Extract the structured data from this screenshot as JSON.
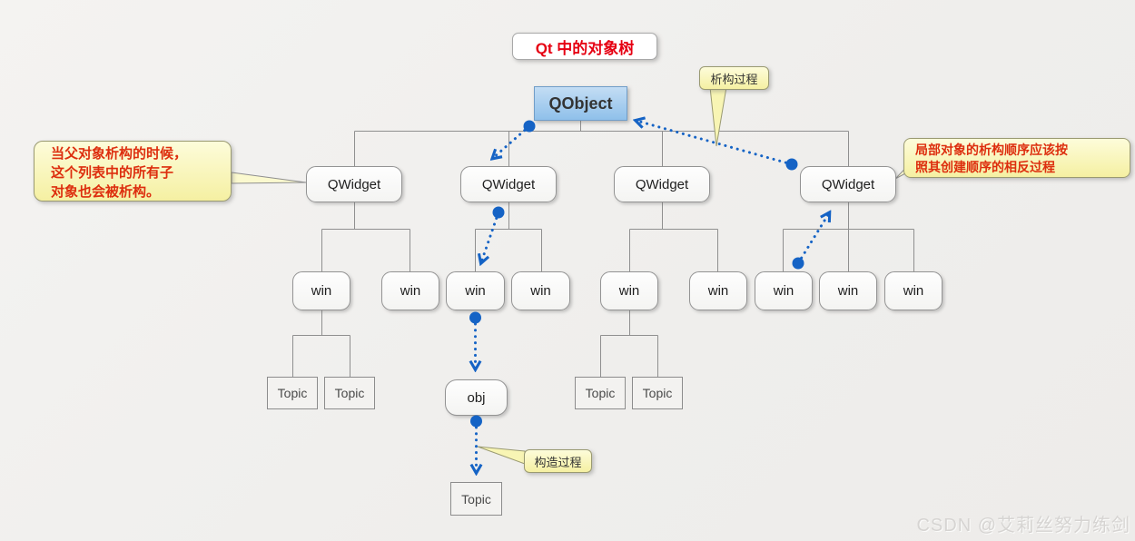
{
  "title": "Qt 中的对象树",
  "tree": {
    "root_label": "QObject",
    "widgets": [
      "QWidget",
      "QWidget",
      "QWidget",
      "QWidget"
    ],
    "wins": [
      "win",
      "win",
      "win",
      "win",
      "win",
      "win",
      "win",
      "win",
      "win"
    ],
    "topics": [
      "Topic",
      "Topic",
      "Topic",
      "Topic"
    ],
    "obj_label": "obj",
    "leaf_topic_label": "Topic"
  },
  "callouts": {
    "parent_destructor": {
      "lines": [
        "当父对象析构的时候，",
        "这个列表中的所有子",
        "对象也会被析构。"
      ]
    },
    "local_order": {
      "lines": [
        "局部对象的析构顺序应该按",
        "照其创建顺序的相反过程"
      ]
    },
    "destructor_process": "析构过程",
    "constructor_process": "构造过程"
  },
  "watermark": "CSDN @艾莉丝努力练剑",
  "colors": {
    "arrow_blue": "#1563c5",
    "title_red": "#e60012",
    "callout_text_red": "#dd2e0e",
    "callout_yellow": "#f8f5b4",
    "qobject_fill": "#a9cdee",
    "line_gray": "#8f8f8f"
  }
}
